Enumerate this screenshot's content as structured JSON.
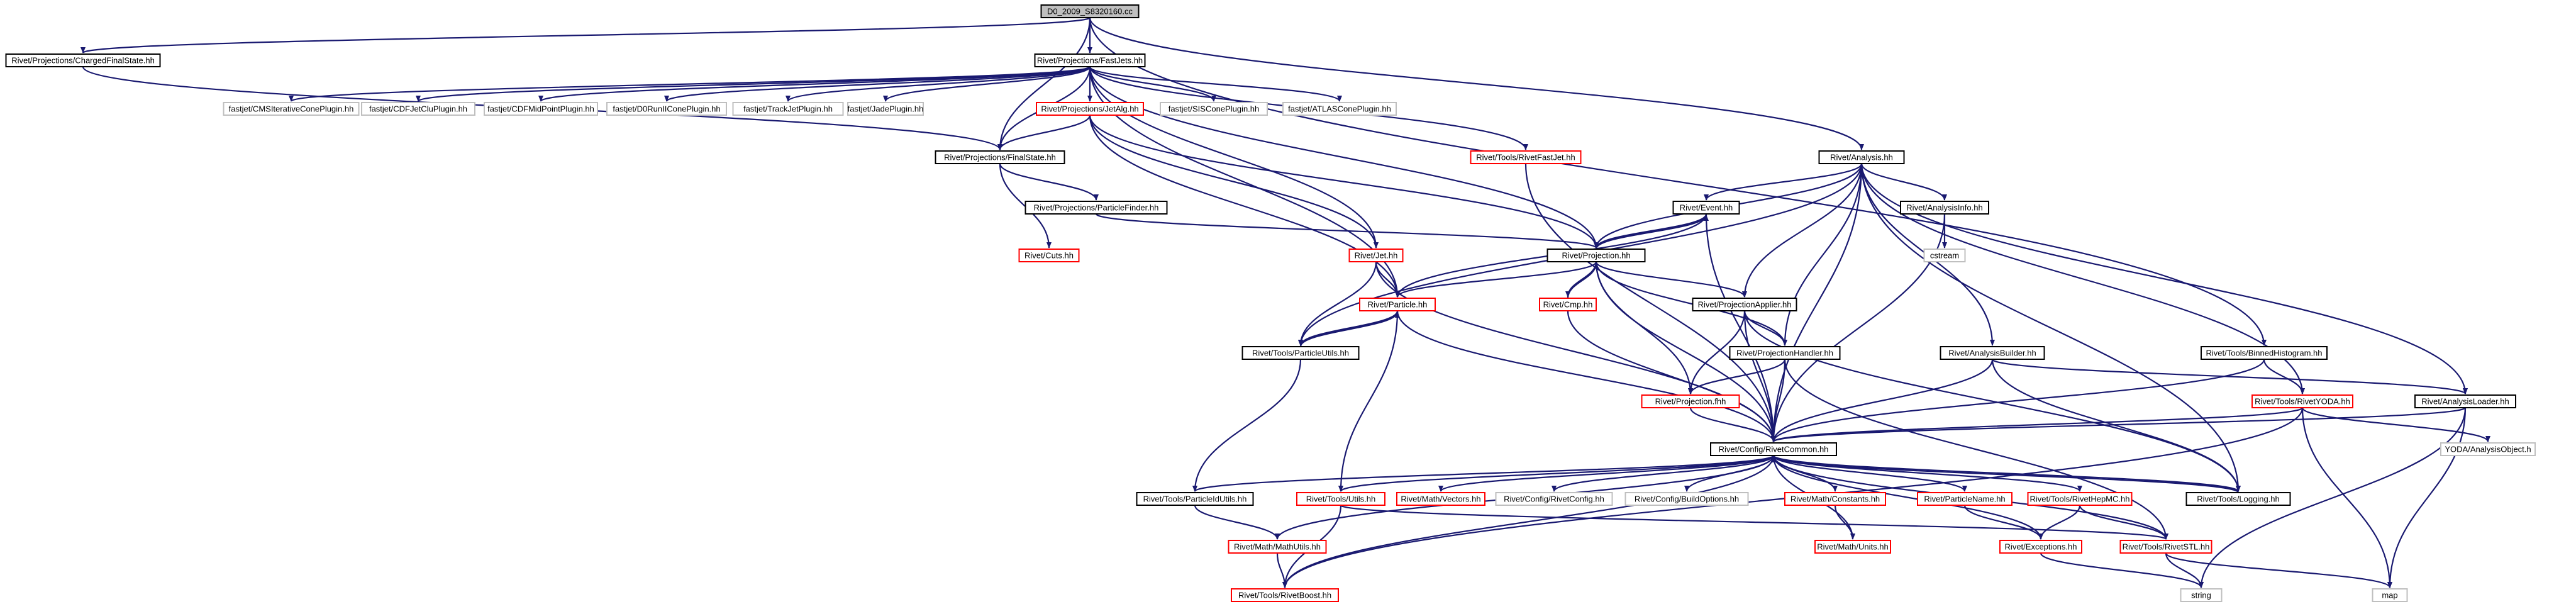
{
  "diagram": {
    "colors": {
      "edge": "#191970",
      "documented_border": "#000000",
      "truncated_border": "#ff0000",
      "external_border": "#bfbfbf",
      "root_fill": "#bfbfbf"
    },
    "nodes": [
      {
        "id": "root",
        "label": "D0_2009_S8320160.cc",
        "kind": "root"
      },
      {
        "id": "chargedfs",
        "label": "Rivet/Projections/ChargedFinalState.hh",
        "kind": "black"
      },
      {
        "id": "fastjets",
        "label": "Rivet/Projections/FastJets.hh",
        "kind": "black"
      },
      {
        "id": "cms",
        "label": "fastjet/CMSIterativeConePlugin.hh",
        "kind": "gray"
      },
      {
        "id": "cdfjetclu",
        "label": "fastjet/CDFJetCluPlugin.hh",
        "kind": "gray"
      },
      {
        "id": "cdfmid",
        "label": "fastjet/CDFMidPointPlugin.hh",
        "kind": "gray"
      },
      {
        "id": "d0run",
        "label": "fastjet/D0RunIIConePlugin.hh",
        "kind": "gray"
      },
      {
        "id": "trackjet",
        "label": "fastjet/TrackJetPlugin.hh",
        "kind": "gray"
      },
      {
        "id": "jade",
        "label": "fastjet/JadePlugin.hh",
        "kind": "gray"
      },
      {
        "id": "jetalg",
        "label": "Rivet/Projections/JetAlg.hh",
        "kind": "red"
      },
      {
        "id": "siscone",
        "label": "fastjet/SISConePlugin.hh",
        "kind": "gray"
      },
      {
        "id": "atlas",
        "label": "fastjet/ATLASConePlugin.hh",
        "kind": "gray"
      },
      {
        "id": "finalstate",
        "label": "Rivet/Projections/FinalState.hh",
        "kind": "black"
      },
      {
        "id": "rivetfastjet",
        "label": "Rivet/Tools/RivetFastJet.hh",
        "kind": "red"
      },
      {
        "id": "analysis",
        "label": "Rivet/Analysis.hh",
        "kind": "black"
      },
      {
        "id": "particlefinder",
        "label": "Rivet/Projections/ParticleFinder.hh",
        "kind": "black"
      },
      {
        "id": "cuts",
        "label": "Rivet/Cuts.hh",
        "kind": "red"
      },
      {
        "id": "event",
        "label": "Rivet/Event.hh",
        "kind": "black"
      },
      {
        "id": "analysisinfo",
        "label": "Rivet/AnalysisInfo.hh",
        "kind": "black"
      },
      {
        "id": "cstream",
        "label": "cstream",
        "kind": "gray"
      },
      {
        "id": "jet",
        "label": "Rivet/Jet.hh",
        "kind": "red"
      },
      {
        "id": "projection",
        "label": "Rivet/Projection.hh",
        "kind": "black"
      },
      {
        "id": "particle",
        "label": "Rivet/Particle.hh",
        "kind": "red"
      },
      {
        "id": "cmp",
        "label": "Rivet/Cmp.hh",
        "kind": "red"
      },
      {
        "id": "projapplier",
        "label": "Rivet/ProjectionApplier.hh",
        "kind": "black"
      },
      {
        "id": "particleutils",
        "label": "Rivet/Tools/ParticleUtils.hh",
        "kind": "black"
      },
      {
        "id": "analysisbuilder",
        "label": "Rivet/AnalysisBuilder.hh",
        "kind": "black"
      },
      {
        "id": "binnedhisto",
        "label": "Rivet/Tools/BinnedHistogram.hh",
        "kind": "black"
      },
      {
        "id": "projhandler",
        "label": "Rivet/ProjectionHandler.hh",
        "kind": "black"
      },
      {
        "id": "projfhh",
        "label": "Rivet/Projection.fhh",
        "kind": "red"
      },
      {
        "id": "rivetyoda",
        "label": "Rivet/Tools/RivetYODA.hh",
        "kind": "red"
      },
      {
        "id": "analysisloader",
        "label": "Rivet/AnalysisLoader.hh",
        "kind": "black"
      },
      {
        "id": "rivetcommon",
        "label": "Rivet/Config/RivetCommon.hh",
        "kind": "black"
      },
      {
        "id": "yodaobj",
        "label": "YODA/AnalysisObject.h",
        "kind": "gray"
      },
      {
        "id": "pidutils",
        "label": "Rivet/Tools/ParticleIdUtils.hh",
        "kind": "black"
      },
      {
        "id": "utils",
        "label": "Rivet/Tools/Utils.hh",
        "kind": "red"
      },
      {
        "id": "vectors",
        "label": "Rivet/Math/Vectors.hh",
        "kind": "red"
      },
      {
        "id": "rivetconfig",
        "label": "Rivet/Config/RivetConfig.hh",
        "kind": "gray"
      },
      {
        "id": "buildoptions",
        "label": "Rivet/Config/BuildOptions.hh",
        "kind": "gray"
      },
      {
        "id": "constants",
        "label": "Rivet/Math/Constants.hh",
        "kind": "red"
      },
      {
        "id": "particlename",
        "label": "Rivet/ParticleName.hh",
        "kind": "red"
      },
      {
        "id": "hepmc",
        "label": "Rivet/Tools/RivetHepMC.hh",
        "kind": "red"
      },
      {
        "id": "logging",
        "label": "Rivet/Tools/Logging.hh",
        "kind": "black"
      },
      {
        "id": "mathutils",
        "label": "Rivet/Math/MathUtils.hh",
        "kind": "red"
      },
      {
        "id": "units",
        "label": "Rivet/Math/Units.hh",
        "kind": "red"
      },
      {
        "id": "exceptions",
        "label": "Rivet/Exceptions.hh",
        "kind": "red"
      },
      {
        "id": "rivetstl",
        "label": "Rivet/Tools/RivetSTL.hh",
        "kind": "red"
      },
      {
        "id": "rivetboost",
        "label": "Rivet/Tools/RivetBoost.hh",
        "kind": "red"
      },
      {
        "id": "string",
        "label": "string",
        "kind": "gray"
      },
      {
        "id": "map",
        "label": "map",
        "kind": "gray"
      }
    ],
    "edges": [
      [
        "root",
        "chargedfs"
      ],
      [
        "root",
        "fastjets"
      ],
      [
        "root",
        "finalstate"
      ],
      [
        "root",
        "analysis"
      ],
      [
        "root",
        "binnedhisto"
      ],
      [
        "chargedfs",
        "finalstate"
      ],
      [
        "fastjets",
        "cms"
      ],
      [
        "fastjets",
        "cdfjetclu"
      ],
      [
        "fastjets",
        "cdfmid"
      ],
      [
        "fastjets",
        "d0run"
      ],
      [
        "fastjets",
        "trackjet"
      ],
      [
        "fastjets",
        "jade"
      ],
      [
        "fastjets",
        "jetalg"
      ],
      [
        "fastjets",
        "siscone"
      ],
      [
        "fastjets",
        "atlas"
      ],
      [
        "fastjets",
        "finalstate"
      ],
      [
        "fastjets",
        "rivetfastjet"
      ],
      [
        "fastjets",
        "jet"
      ],
      [
        "fastjets",
        "particle"
      ],
      [
        "fastjets",
        "projection"
      ],
      [
        "jetalg",
        "finalstate"
      ],
      [
        "jetalg",
        "jet"
      ],
      [
        "jetalg",
        "particle"
      ],
      [
        "jetalg",
        "projection"
      ],
      [
        "finalstate",
        "particlefinder"
      ],
      [
        "finalstate",
        "cuts"
      ],
      [
        "particlefinder",
        "projection"
      ],
      [
        "rivetfastjet",
        "rivetcommon"
      ],
      [
        "analysis",
        "event"
      ],
      [
        "analysis",
        "analysisinfo"
      ],
      [
        "analysis",
        "projection"
      ],
      [
        "analysis",
        "projapplier"
      ],
      [
        "analysis",
        "projhandler"
      ],
      [
        "analysis",
        "particleutils"
      ],
      [
        "analysis",
        "analysisbuilder"
      ],
      [
        "analysis",
        "rivetyoda"
      ],
      [
        "analysis",
        "analysisloader"
      ],
      [
        "analysis",
        "rivetcommon"
      ],
      [
        "analysis",
        "logging"
      ],
      [
        "event",
        "projection"
      ],
      [
        "event",
        "particle"
      ],
      [
        "event",
        "rivetcommon"
      ],
      [
        "analysisinfo",
        "cstream"
      ],
      [
        "analysisinfo",
        "rivetcommon"
      ],
      [
        "jet",
        "particle"
      ],
      [
        "jet",
        "particleutils"
      ],
      [
        "jet",
        "rivetcommon"
      ],
      [
        "projection",
        "event"
      ],
      [
        "projection",
        "particle"
      ],
      [
        "projection",
        "cmp"
      ],
      [
        "projection",
        "projapplier"
      ],
      [
        "projection",
        "projhandler"
      ],
      [
        "projection",
        "projfhh"
      ],
      [
        "projection",
        "rivetcommon"
      ],
      [
        "particle",
        "particleutils"
      ],
      [
        "particle",
        "utils"
      ],
      [
        "particle",
        "rivetcommon"
      ],
      [
        "cmp",
        "projection"
      ],
      [
        "cmp",
        "rivetcommon"
      ],
      [
        "projapplier",
        "projhandler"
      ],
      [
        "projapplier",
        "projfhh"
      ],
      [
        "projapplier",
        "rivetcommon"
      ],
      [
        "projapplier",
        "logging"
      ],
      [
        "particleutils",
        "particle"
      ],
      [
        "particleutils",
        "pidutils"
      ],
      [
        "analysisbuilder",
        "analysisloader"
      ],
      [
        "analysisbuilder",
        "rivetcommon"
      ],
      [
        "analysisbuilder",
        "logging"
      ],
      [
        "binnedhisto",
        "rivetyoda"
      ],
      [
        "binnedhisto",
        "rivetcommon"
      ],
      [
        "projhandler",
        "projfhh"
      ],
      [
        "projhandler",
        "rivetcommon"
      ],
      [
        "projhandler",
        "rivetstl"
      ],
      [
        "projfhh",
        "rivetcommon"
      ],
      [
        "rivetyoda",
        "rivetcommon"
      ],
      [
        "rivetyoda",
        "yodaobj"
      ],
      [
        "rivetyoda",
        "rivetboost"
      ],
      [
        "rivetyoda",
        "map"
      ],
      [
        "analysisloader",
        "rivetcommon"
      ],
      [
        "analysisloader",
        "string"
      ],
      [
        "analysisloader",
        "map"
      ],
      [
        "rivetcommon",
        "pidutils"
      ],
      [
        "rivetcommon",
        "utils"
      ],
      [
        "rivetcommon",
        "vectors"
      ],
      [
        "rivetcommon",
        "rivetconfig"
      ],
      [
        "rivetcommon",
        "buildoptions"
      ],
      [
        "rivetcommon",
        "constants"
      ],
      [
        "rivetcommon",
        "particlename"
      ],
      [
        "rivetcommon",
        "hepmc"
      ],
      [
        "rivetcommon",
        "logging"
      ],
      [
        "rivetcommon",
        "mathutils"
      ],
      [
        "rivetcommon",
        "units"
      ],
      [
        "rivetcommon",
        "exceptions"
      ],
      [
        "rivetcommon",
        "rivetstl"
      ],
      [
        "rivetcommon",
        "rivetboost"
      ],
      [
        "logging",
        "rivetcommon"
      ],
      [
        "pidutils",
        "mathutils"
      ],
      [
        "utils",
        "rivetboost"
      ],
      [
        "utils",
        "rivetstl"
      ],
      [
        "constants",
        "units"
      ],
      [
        "particlename",
        "exceptions"
      ],
      [
        "hepmc",
        "exceptions"
      ],
      [
        "hepmc",
        "rivetstl"
      ],
      [
        "mathutils",
        "rivetboost"
      ],
      [
        "exceptions",
        "string"
      ],
      [
        "rivetstl",
        "string"
      ],
      [
        "rivetstl",
        "map"
      ]
    ]
  }
}
